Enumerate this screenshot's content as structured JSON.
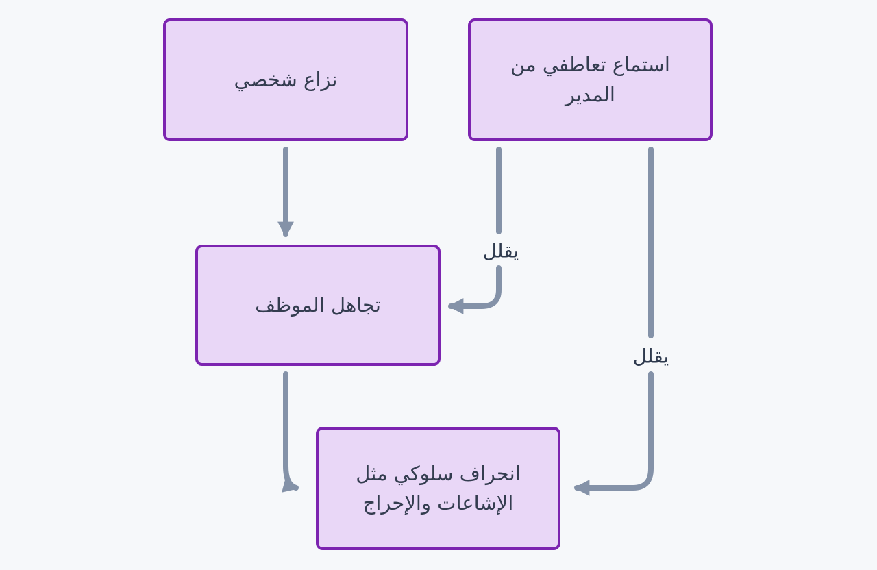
{
  "colors": {
    "bg": "#f6f8fa",
    "node-fill": "#e9d7f7",
    "node-border": "#7c24b0",
    "edge": "#8492a8",
    "text": "#343d50",
    "label-text": "#2e3a4e"
  },
  "diagram": {
    "type": "flowchart",
    "direction": "top-down",
    "nodes": [
      {
        "id": "conflict",
        "label": "نزاع شخصي"
      },
      {
        "id": "empathetic-listening",
        "label": "استماع تعاطفي من المدير"
      },
      {
        "id": "ignore-employee",
        "label": "تجاهل الموظف"
      },
      {
        "id": "behavioral-deviance",
        "label": "انحراف سلوكي مثل الإشاعات والإحراج"
      }
    ],
    "edges": [
      {
        "from": "conflict",
        "to": "ignore-employee",
        "label": ""
      },
      {
        "from": "empathetic-listening",
        "to": "ignore-employee",
        "label": "يقلل"
      },
      {
        "from": "ignore-employee",
        "to": "behavioral-deviance",
        "label": ""
      },
      {
        "from": "empathetic-listening",
        "to": "behavioral-deviance",
        "label": "يقلل"
      }
    ]
  }
}
